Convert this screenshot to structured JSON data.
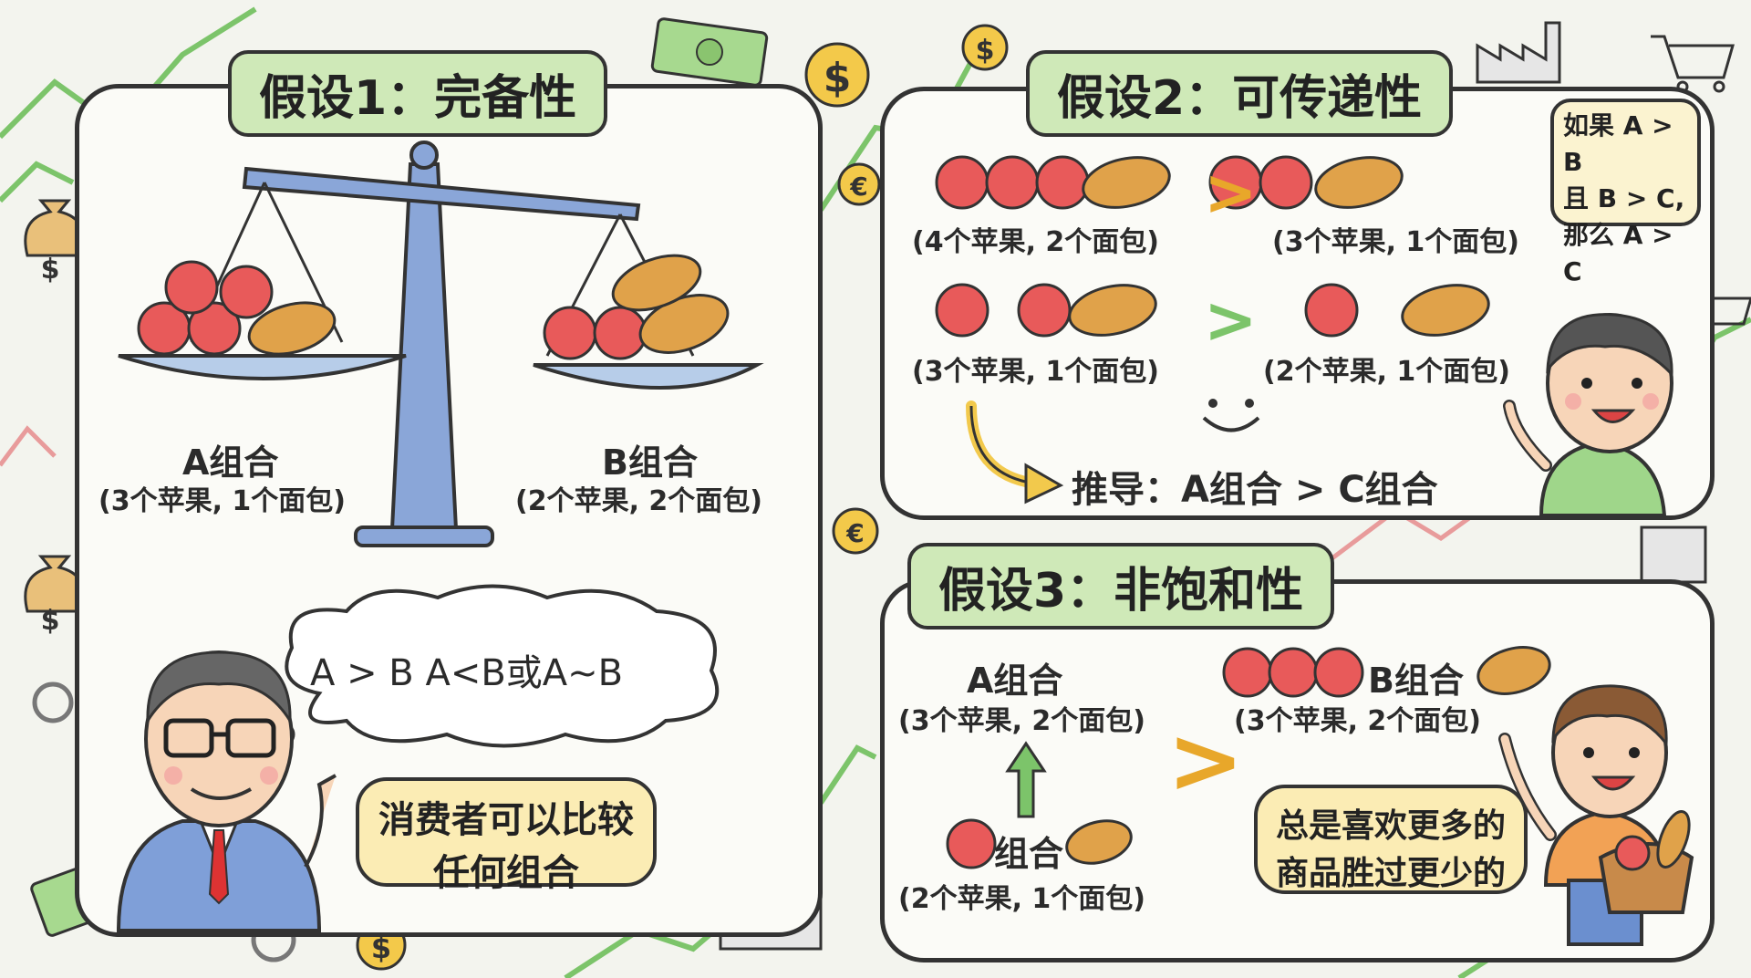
{
  "panel1": {
    "title": "假设1：完备性",
    "combo_a": {
      "name": "A组合",
      "desc": "(3个苹果, 1个面包)"
    },
    "combo_b": {
      "name": "B组合",
      "desc": "(2个苹果, 2个面包)"
    },
    "thought": "A > B A<B或A~B",
    "speech": [
      "消费者可以比较",
      "任何组合"
    ]
  },
  "panel2": {
    "title": "假设2：可传递性",
    "row1_left": "(4个苹果, 2个面包)",
    "row1_right": "(3个苹果, 1个面包)",
    "row2_left": "(3个苹果, 1个面包)",
    "row2_right": "(2个苹果, 1个面包)",
    "conclusion": "推导：A组合 > C组合",
    "note": [
      "如果 A > B",
      "且 B > C,",
      "那么 A > C"
    ],
    "gt_symbol": ">"
  },
  "panel3": {
    "title": "假设3：非饱和性",
    "combo_a": {
      "name": "A组合",
      "desc": "(3个苹果, 2个面包)"
    },
    "combo_b": {
      "name": "B组合",
      "desc": "(3个苹果, 2个面包)"
    },
    "combo_c": {
      "name": "组合",
      "desc": "(2个苹果, 1个面包)"
    },
    "speech": [
      "总是喜欢更多的",
      "商品胜过更少的"
    ],
    "gt_symbol": ">"
  },
  "icons": [
    "dollar-coin-icon",
    "euro-coin-icon",
    "money-bag-icon",
    "factory-icon",
    "shopping-cart-icon",
    "gear-icon",
    "banknote-icon",
    "trend-arrow-icon"
  ],
  "colors": {
    "tag_green": "#cfe9b8",
    "bubble_yellow": "#fbecb4",
    "apple_red": "#e85a5a",
    "bread_orange": "#e0a24a",
    "arrow_yellow": "#f2c94c"
  }
}
